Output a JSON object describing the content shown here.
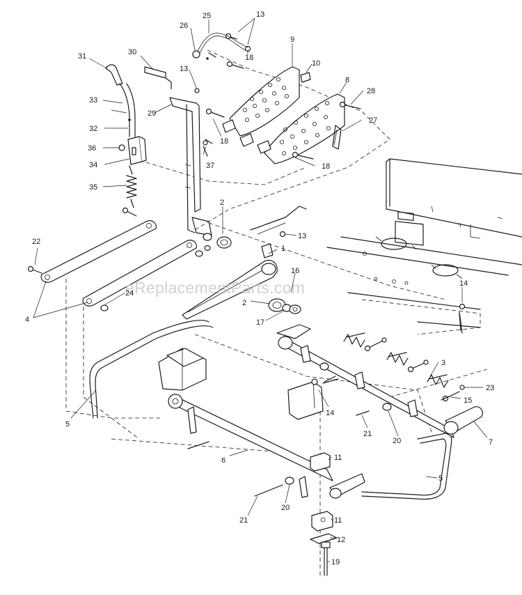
{
  "watermark": "eReplacementParts.com",
  "callouts": [
    {
      "id": "c25",
      "text": "25"
    },
    {
      "id": "c13a",
      "text": "13"
    },
    {
      "id": "c26",
      "text": "26"
    },
    {
      "id": "c18a",
      "text": "18"
    },
    {
      "id": "c9",
      "text": "9"
    },
    {
      "id": "c30",
      "text": "30"
    },
    {
      "id": "c31",
      "text": "31"
    },
    {
      "id": "c13b",
      "text": "13"
    },
    {
      "id": "c10",
      "text": "10"
    },
    {
      "id": "c8",
      "text": "8"
    },
    {
      "id": "c28",
      "text": "28"
    },
    {
      "id": "c33",
      "text": "33"
    },
    {
      "id": "c29",
      "text": "29"
    },
    {
      "id": "c27",
      "text": "27"
    },
    {
      "id": "c32",
      "text": "32"
    },
    {
      "id": "c18b",
      "text": "18"
    },
    {
      "id": "c36",
      "text": "36"
    },
    {
      "id": "c37",
      "text": "37"
    },
    {
      "id": "c34",
      "text": "34"
    },
    {
      "id": "c18c",
      "text": "18"
    },
    {
      "id": "c35",
      "text": "35"
    },
    {
      "id": "c2a",
      "text": "2"
    },
    {
      "id": "c22",
      "text": "22"
    },
    {
      "id": "c13c",
      "text": "13"
    },
    {
      "id": "c1",
      "text": "1"
    },
    {
      "id": "c16",
      "text": "16"
    },
    {
      "id": "c14a",
      "text": "14"
    },
    {
      "id": "c24",
      "text": "24"
    },
    {
      "id": "c4",
      "text": "4"
    },
    {
      "id": "c2b",
      "text": "2"
    },
    {
      "id": "c17",
      "text": "17"
    },
    {
      "id": "c3",
      "text": "3"
    },
    {
      "id": "c23",
      "text": "23"
    },
    {
      "id": "c15",
      "text": "15"
    },
    {
      "id": "c5a",
      "text": "5"
    },
    {
      "id": "c14b",
      "text": "14"
    },
    {
      "id": "c21a",
      "text": "21"
    },
    {
      "id": "c20a",
      "text": "20"
    },
    {
      "id": "c7",
      "text": "7"
    },
    {
      "id": "c6",
      "text": "6"
    },
    {
      "id": "c11a",
      "text": "11"
    },
    {
      "id": "c5b",
      "text": "5"
    },
    {
      "id": "c21b",
      "text": "21"
    },
    {
      "id": "c20b",
      "text": "20"
    },
    {
      "id": "c11b",
      "text": "11"
    },
    {
      "id": "c12",
      "text": "12"
    },
    {
      "id": "c19",
      "text": "19"
    }
  ]
}
